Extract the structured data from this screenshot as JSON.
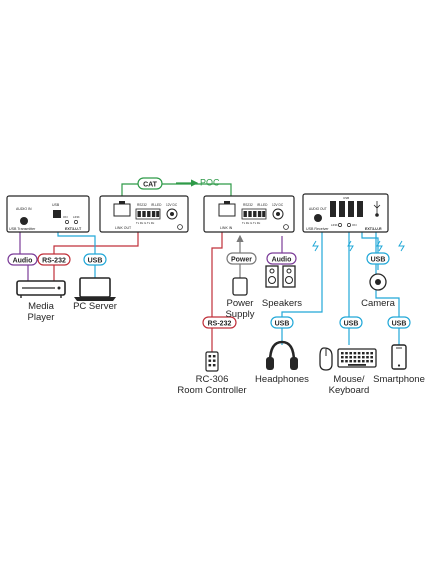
{
  "colors": {
    "cat": "#2e9a48",
    "audio": "#7b3c98",
    "rs232": "#c0303a",
    "usb": "#22a8d8",
    "power": "#7a7a7a",
    "device": "#262626"
  },
  "connectors": {
    "cat": "CAT",
    "poc": "POC"
  },
  "transmitter": {
    "left_panel": {
      "audio_in": "AUDIO IN",
      "usb": "USB",
      "on": "ON",
      "link": "LINK",
      "name": "USB Transmitter",
      "model": "EXT3-U-T"
    },
    "right_panel": {
      "rs232": "RS232",
      "ir": "IR-LED",
      "v12": "12V DC",
      "link_out": "LINK OUT",
      "pins": "Tx Rx G Tx Rx"
    }
  },
  "receiver": {
    "left_panel": {
      "link_in": "LINK IN",
      "rs232": "RS232",
      "ir": "IR-LED",
      "v12": "12V DC",
      "pins": "Tx Rx G Tx Rx"
    },
    "right_panel": {
      "audio_out": "AUDIO OUT",
      "usb": "USB",
      "link": "LINK",
      "on": "ON",
      "name": "USB Receiver",
      "model": "EXT3-U-R"
    }
  },
  "tags": {
    "tx_audio": "Audio",
    "tx_rs232": "RS-232",
    "tx_usb": "USB",
    "rx_power": "Power",
    "rx_audio": "Audio",
    "rx_rs232": "RS-232",
    "usb_camera": "USB",
    "usb_headphones": "USB",
    "usb_mouse": "USB",
    "usb_smartphone": "USB"
  },
  "devices": {
    "media_player": [
      "Media",
      "Player"
    ],
    "pc_server": "PC Server",
    "power_supply": [
      "Power",
      "Supply"
    ],
    "speakers": "Speakers",
    "camera": "Camera",
    "rc306": [
      "RC-306",
      "Room Controller"
    ],
    "headphones": "Headphones",
    "mouse_keyboard": [
      "Mouse/",
      "Keyboard"
    ],
    "smartphone": "Smartphone"
  }
}
